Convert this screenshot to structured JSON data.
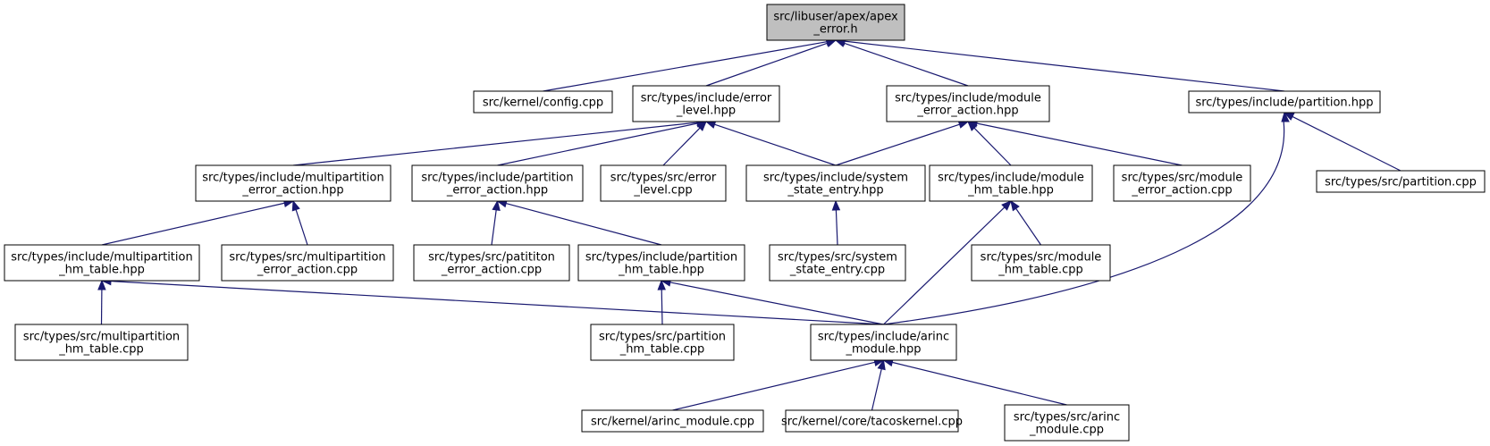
{
  "graph": {
    "root": "apex_error_h",
    "nodes": [
      {
        "id": "apex_error_h",
        "lines": [
          "src/libuser/apex/apex",
          "_error.h"
        ],
        "highlight": true
      },
      {
        "id": "config_cpp",
        "lines": [
          "src/kernel/config.cpp"
        ]
      },
      {
        "id": "error_level_hpp",
        "lines": [
          "src/types/include/error",
          "_level.hpp"
        ]
      },
      {
        "id": "module_error_action_hpp",
        "lines": [
          "src/types/include/module",
          "_error_action.hpp"
        ]
      },
      {
        "id": "partition_hpp",
        "lines": [
          "src/types/include/partition.hpp"
        ]
      },
      {
        "id": "multipartition_error_action_hpp",
        "lines": [
          "src/types/include/multipartition",
          "_error_action.hpp"
        ]
      },
      {
        "id": "partition_error_action_hpp",
        "lines": [
          "src/types/include/partition",
          "_error_action.hpp"
        ]
      },
      {
        "id": "error_level_cpp",
        "lines": [
          "src/types/src/error",
          "_level.cpp"
        ]
      },
      {
        "id": "system_state_entry_hpp",
        "lines": [
          "src/types/include/system",
          "_state_entry.hpp"
        ]
      },
      {
        "id": "module_hm_table_hpp",
        "lines": [
          "src/types/include/module",
          "_hm_table.hpp"
        ]
      },
      {
        "id": "module_error_action_cpp",
        "lines": [
          "src/types/src/module",
          "_error_action.cpp"
        ]
      },
      {
        "id": "partition_cpp",
        "lines": [
          "src/types/src/partition.cpp"
        ]
      },
      {
        "id": "multipartition_hm_table_hpp",
        "lines": [
          "src/types/include/multipartition",
          "_hm_table.hpp"
        ]
      },
      {
        "id": "multipartition_error_action_cpp",
        "lines": [
          "src/types/src/multipartition",
          "_error_action.cpp"
        ]
      },
      {
        "id": "patititon_error_action_cpp",
        "lines": [
          "src/types/src/patititon",
          "_error_action.cpp"
        ]
      },
      {
        "id": "partition_hm_table_hpp",
        "lines": [
          "src/types/include/partition",
          "_hm_table.hpp"
        ]
      },
      {
        "id": "system_state_entry_cpp",
        "lines": [
          "src/types/src/system",
          "_state_entry.cpp"
        ]
      },
      {
        "id": "module_hm_table_cpp",
        "lines": [
          "src/types/src/module",
          "_hm_table.cpp"
        ]
      },
      {
        "id": "multipartition_hm_table_cpp",
        "lines": [
          "src/types/src/multipartition",
          "_hm_table.cpp"
        ]
      },
      {
        "id": "partition_hm_table_cpp",
        "lines": [
          "src/types/src/partition",
          "_hm_table.cpp"
        ]
      },
      {
        "id": "arinc_module_hpp",
        "lines": [
          "src/types/include/arinc",
          "_module.hpp"
        ]
      },
      {
        "id": "arinc_module_cpp_kernel",
        "lines": [
          "src/kernel/arinc_module.cpp"
        ]
      },
      {
        "id": "tacoskernel_cpp",
        "lines": [
          "src/kernel/core/tacoskernel.cpp"
        ]
      },
      {
        "id": "arinc_module_cpp_types",
        "lines": [
          "src/types/src/arinc",
          "_module.cpp"
        ]
      }
    ],
    "edges": [
      {
        "from": "apex_error_h",
        "to": "config_cpp"
      },
      {
        "from": "apex_error_h",
        "to": "error_level_hpp"
      },
      {
        "from": "apex_error_h",
        "to": "module_error_action_hpp"
      },
      {
        "from": "apex_error_h",
        "to": "partition_hpp"
      },
      {
        "from": "error_level_hpp",
        "to": "multipartition_error_action_hpp"
      },
      {
        "from": "error_level_hpp",
        "to": "partition_error_action_hpp"
      },
      {
        "from": "error_level_hpp",
        "to": "error_level_cpp"
      },
      {
        "from": "error_level_hpp",
        "to": "system_state_entry_hpp"
      },
      {
        "from": "module_error_action_hpp",
        "to": "system_state_entry_hpp"
      },
      {
        "from": "module_error_action_hpp",
        "to": "module_hm_table_hpp"
      },
      {
        "from": "module_error_action_hpp",
        "to": "module_error_action_cpp"
      },
      {
        "from": "partition_hpp",
        "to": "partition_cpp"
      },
      {
        "from": "partition_hpp",
        "to": "arinc_module_hpp"
      },
      {
        "from": "multipartition_error_action_hpp",
        "to": "multipartition_hm_table_hpp"
      },
      {
        "from": "multipartition_error_action_hpp",
        "to": "multipartition_error_action_cpp"
      },
      {
        "from": "partition_error_action_hpp",
        "to": "patititon_error_action_cpp"
      },
      {
        "from": "partition_error_action_hpp",
        "to": "partition_hm_table_hpp"
      },
      {
        "from": "system_state_entry_hpp",
        "to": "system_state_entry_cpp"
      },
      {
        "from": "module_hm_table_hpp",
        "to": "module_hm_table_cpp"
      },
      {
        "from": "module_hm_table_hpp",
        "to": "arinc_module_hpp"
      },
      {
        "from": "multipartition_hm_table_hpp",
        "to": "multipartition_hm_table_cpp"
      },
      {
        "from": "multipartition_hm_table_hpp",
        "to": "arinc_module_hpp"
      },
      {
        "from": "partition_hm_table_hpp",
        "to": "partition_hm_table_cpp"
      },
      {
        "from": "partition_hm_table_hpp",
        "to": "arinc_module_hpp"
      },
      {
        "from": "arinc_module_hpp",
        "to": "arinc_module_cpp_kernel"
      },
      {
        "from": "arinc_module_hpp",
        "to": "tacoskernel_cpp"
      },
      {
        "from": "arinc_module_hpp",
        "to": "arinc_module_cpp_types"
      }
    ]
  },
  "colors": {
    "edge": "#191970",
    "node_fill": "#ffffff",
    "root_fill": "#bfbfbf",
    "node_border": "#000000",
    "text": "#000000"
  }
}
